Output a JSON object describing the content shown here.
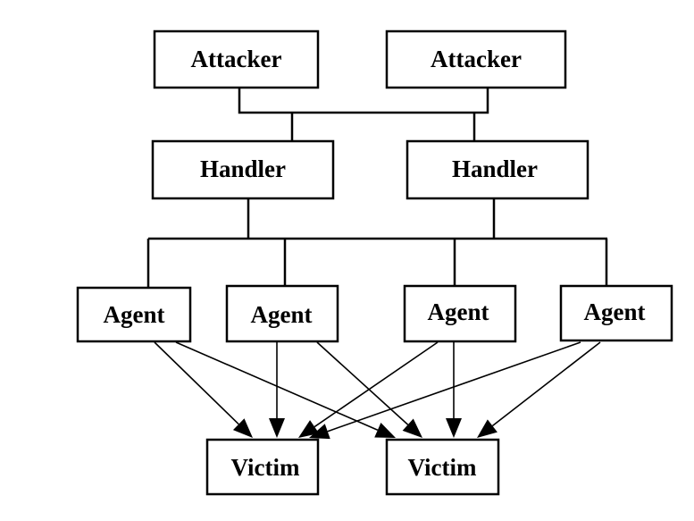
{
  "diagram": {
    "type": "DDoS attack hierarchy",
    "nodes": {
      "attackers": [
        {
          "id": "attacker-1",
          "label": "Attacker"
        },
        {
          "id": "attacker-2",
          "label": "Attacker"
        }
      ],
      "handlers": [
        {
          "id": "handler-1",
          "label": "Handler"
        },
        {
          "id": "handler-2",
          "label": "Handler"
        }
      ],
      "agents": [
        {
          "id": "agent-1",
          "label": "Agent"
        },
        {
          "id": "agent-2",
          "label": "Agent"
        },
        {
          "id": "agent-3",
          "label": "Agent"
        },
        {
          "id": "agent-4",
          "label": "Agent"
        }
      ],
      "victims": [
        {
          "id": "victim-1",
          "label": "Victim"
        },
        {
          "id": "victim-2",
          "label": "Victim"
        }
      ]
    },
    "edges": [
      {
        "from": "attacker-1",
        "to": "handler-1",
        "kind": "line"
      },
      {
        "from": "attacker-1",
        "to": "handler-2",
        "kind": "line"
      },
      {
        "from": "attacker-2",
        "to": "handler-1",
        "kind": "line"
      },
      {
        "from": "attacker-2",
        "to": "handler-2",
        "kind": "line"
      },
      {
        "from": "handler-1",
        "to": "agent-1",
        "kind": "line"
      },
      {
        "from": "handler-1",
        "to": "agent-2",
        "kind": "line"
      },
      {
        "from": "handler-2",
        "to": "agent-3",
        "kind": "line"
      },
      {
        "from": "handler-2",
        "to": "agent-4",
        "kind": "line"
      },
      {
        "from": "agent-1",
        "to": "victim-1",
        "kind": "arrow"
      },
      {
        "from": "agent-1",
        "to": "victim-2",
        "kind": "arrow"
      },
      {
        "from": "agent-2",
        "to": "victim-1",
        "kind": "arrow"
      },
      {
        "from": "agent-2",
        "to": "victim-2",
        "kind": "arrow"
      },
      {
        "from": "agent-3",
        "to": "victim-1",
        "kind": "arrow"
      },
      {
        "from": "agent-3",
        "to": "victim-2",
        "kind": "arrow"
      },
      {
        "from": "agent-4",
        "to": "victim-1",
        "kind": "arrow"
      },
      {
        "from": "agent-4",
        "to": "victim-2",
        "kind": "arrow"
      }
    ]
  }
}
